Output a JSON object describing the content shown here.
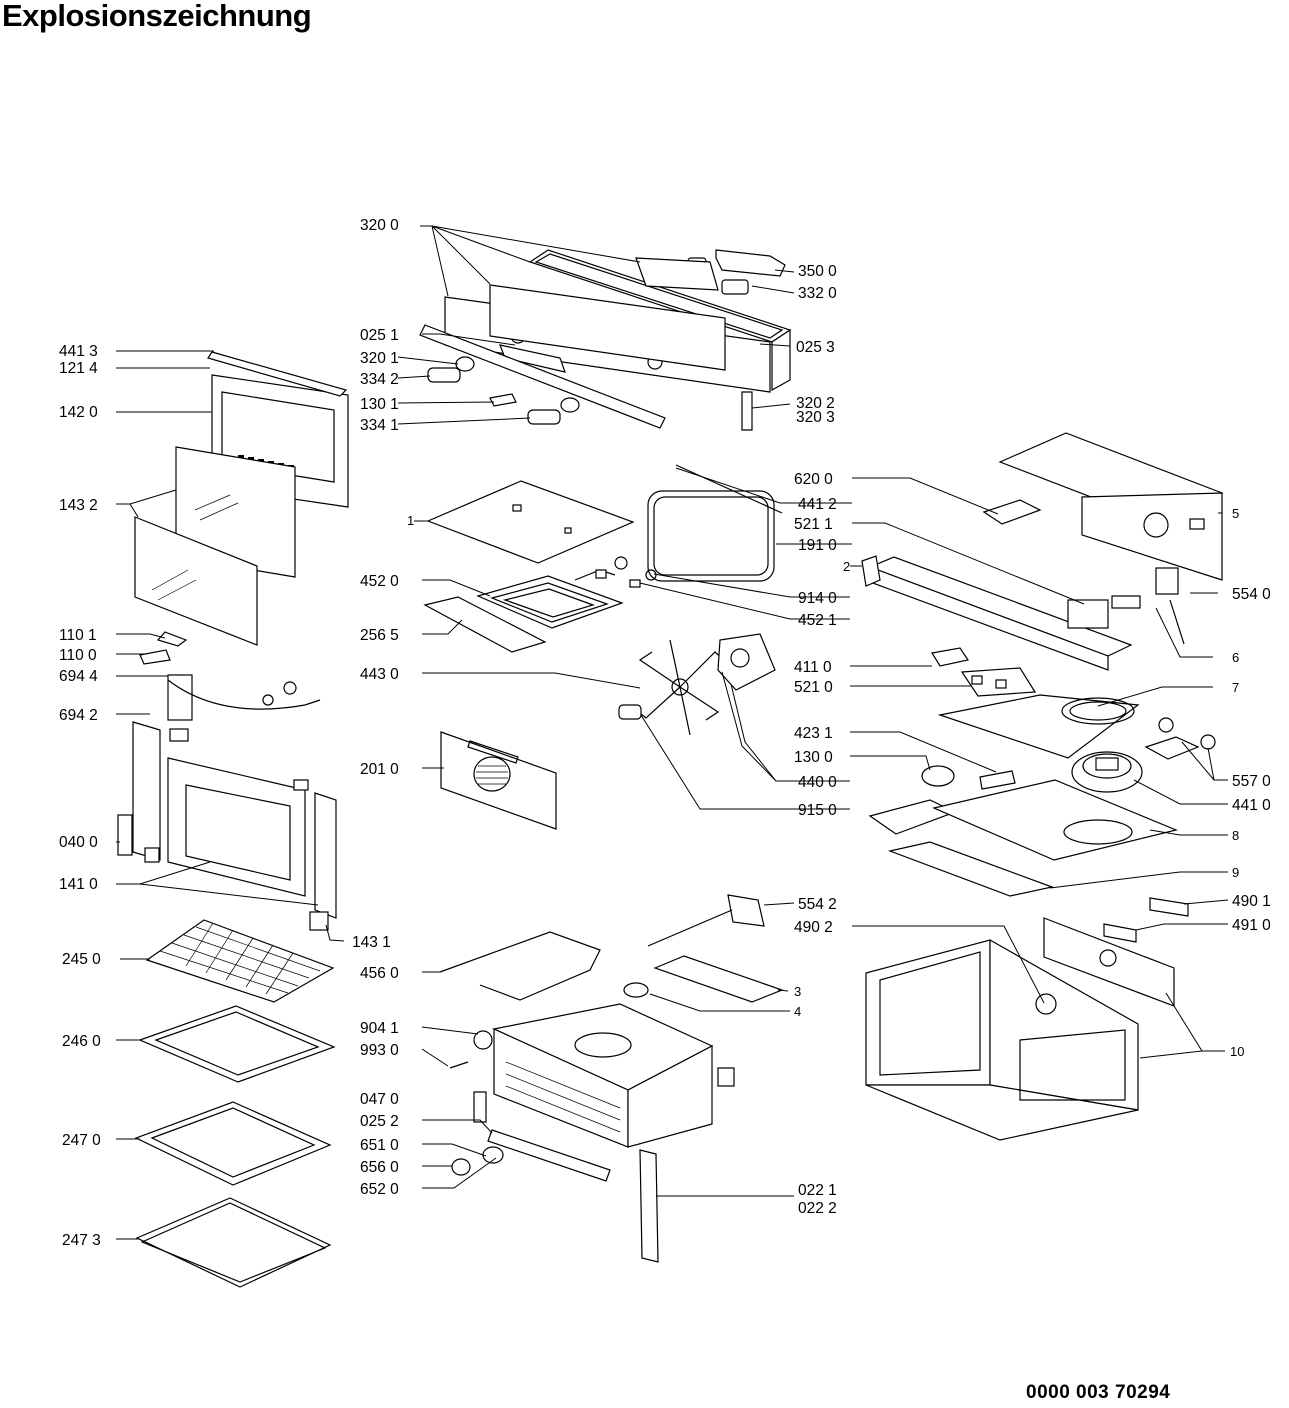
{
  "title": "Explosionszeichnung",
  "document_number": "0000 003 70294",
  "callouts": [
    "320 0",
    "350 0",
    "332 0",
    "025 1",
    "320 1",
    "334 2",
    "130 1",
    "334 1",
    "025 3",
    "320 2",
    "320 3",
    "441 3",
    "121 4",
    "142 0",
    "143 2",
    "110 1",
    "110 0",
    "694 4",
    "694 2",
    "040 0",
    "141 0",
    "143 1",
    "245 0",
    "246 0",
    "247 0",
    "247 3",
    "1",
    "452 0",
    "256 5",
    "443 0",
    "201 0",
    "620 0",
    "441 2",
    "521 1",
    "191 0",
    "2",
    "914 0",
    "452 1",
    "5",
    "554 0",
    "6",
    "411 0",
    "521 0",
    "7",
    "423 1",
    "130 0",
    "440 0",
    "915 0",
    "557 0",
    "441 0",
    "8",
    "9",
    "554 2",
    "490 1",
    "490 2",
    "491 0",
    "456 0",
    "3",
    "4",
    "904 1",
    "993 0",
    "047 0",
    "025 2",
    "651 0",
    "656 0",
    "652 0",
    "022 1",
    "022 2",
    "10"
  ]
}
